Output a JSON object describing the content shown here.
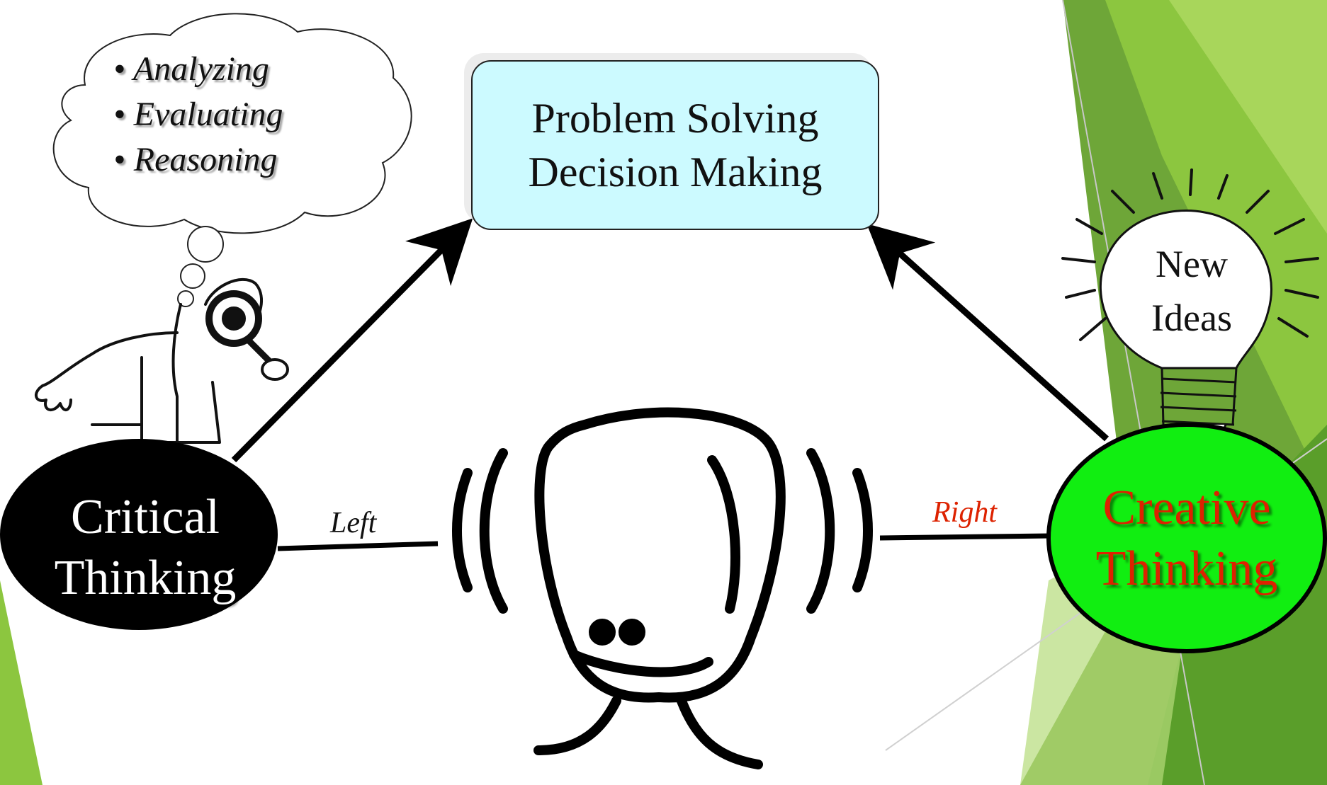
{
  "diagram": {
    "center_box": {
      "line1": "Problem Solving",
      "line2": "Decision Making"
    },
    "thought_cloud": {
      "items": [
        "• Analyzing",
        "• Evaluating",
        "• Reasoning"
      ]
    },
    "critical_node": {
      "line1": "Critical",
      "line2": "Thinking"
    },
    "creative_node": {
      "line1": "Creative",
      "line2": "Thinking"
    },
    "left_label": "Left",
    "right_label": "Right",
    "bulb": {
      "line1": "New",
      "line2": "Ideas"
    }
  },
  "colors": {
    "box_fill": "#ccfaff",
    "critical_fill": "#000000",
    "creative_fill": "#11ee11",
    "creative_text": "#dd2200",
    "green_dark": "#5a9e2a",
    "green_light": "#8cc63f"
  },
  "icons": [
    "detective-figure-icon",
    "light-bulb-icon",
    "stick-figure-head-icon"
  ]
}
